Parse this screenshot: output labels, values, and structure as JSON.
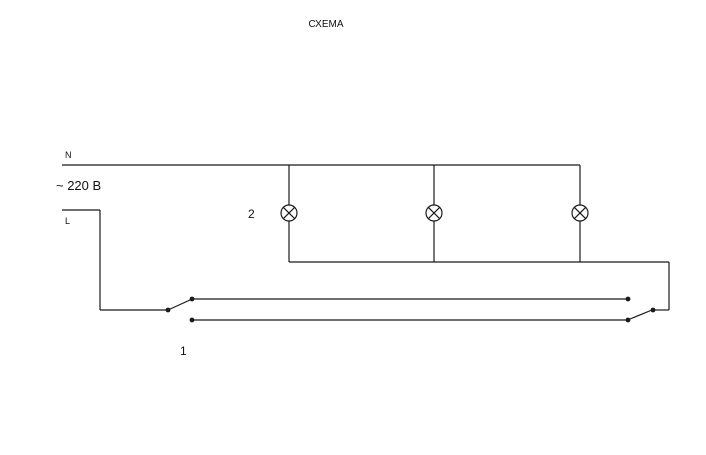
{
  "diagram": {
    "title": "СХЕМА",
    "neutral_label": "N",
    "line_label": "L",
    "voltage_label": "~ 220 В",
    "lamp_group_label": "2",
    "switch_label": "1",
    "lamp_count": 3,
    "colors": {
      "line": "#1a1a1a",
      "background": "#ffffff",
      "text": "#111111"
    }
  }
}
